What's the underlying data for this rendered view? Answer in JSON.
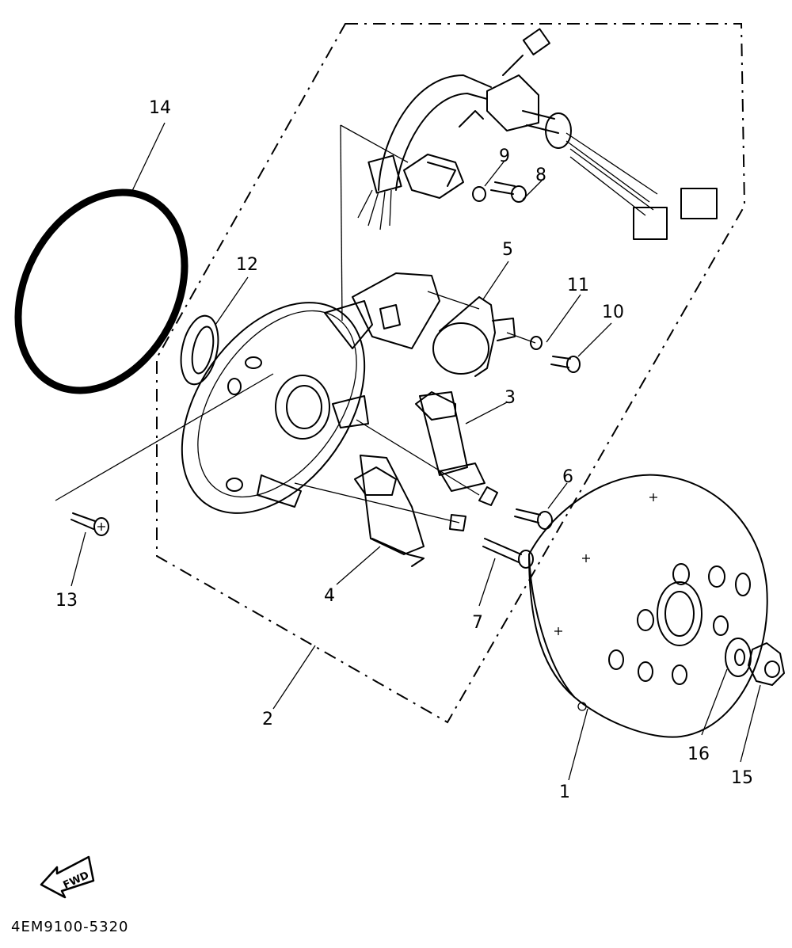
{
  "diagram": {
    "part_numbers": [
      "1",
      "2",
      "3",
      "4",
      "5",
      "6",
      "7",
      "8",
      "9",
      "10",
      "11",
      "12",
      "13",
      "14",
      "15",
      "16"
    ],
    "fwd_label": "FWD",
    "drawing_code": "4EM9100-5320"
  }
}
